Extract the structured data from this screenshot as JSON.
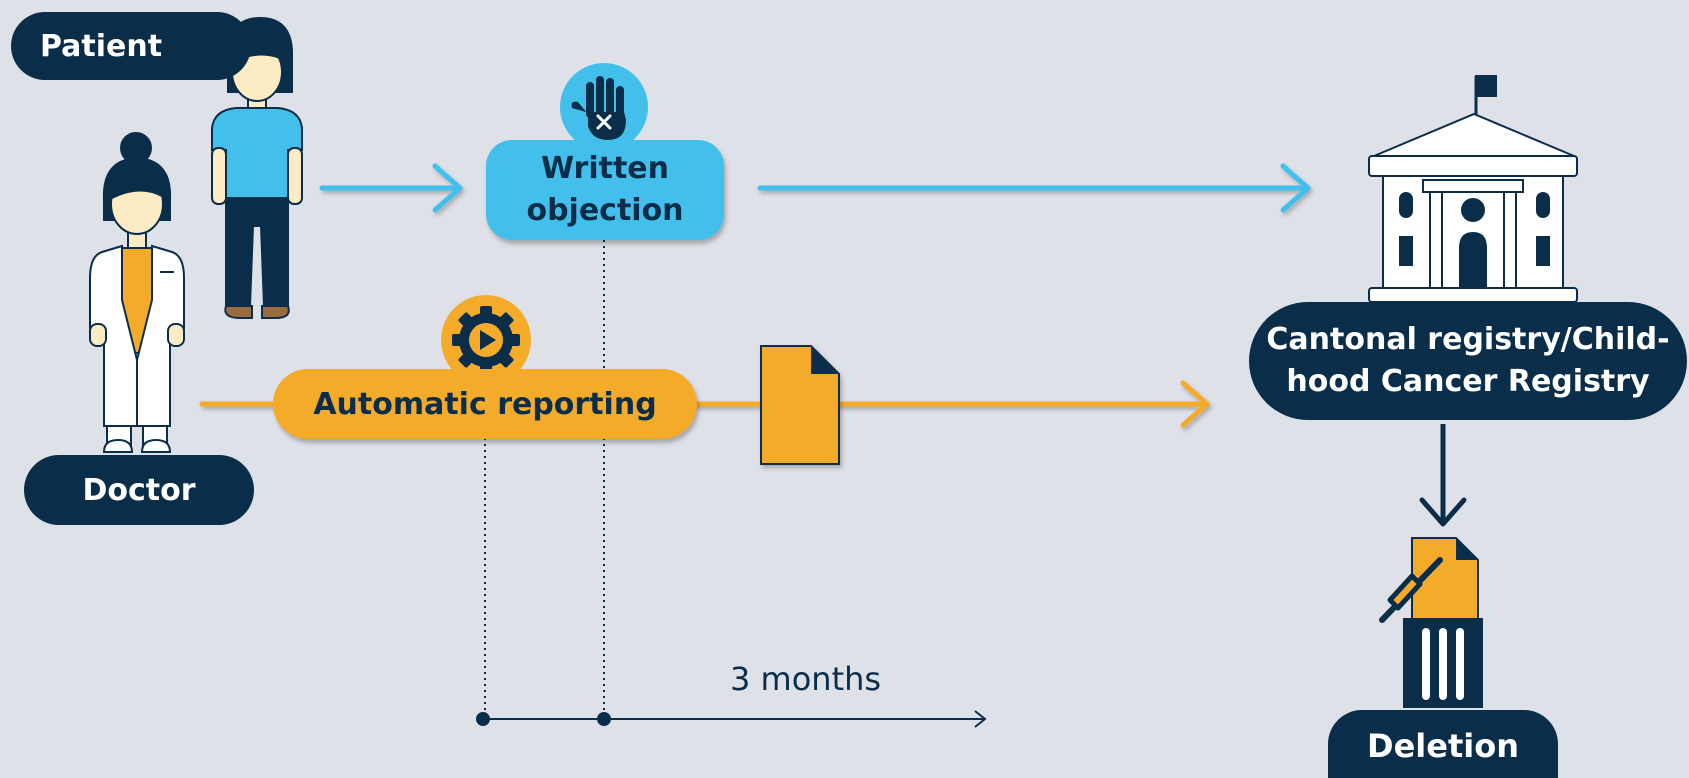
{
  "actors": {
    "patient": "Patient",
    "doctor": "Doctor"
  },
  "steps": {
    "written_objection": "Written objection",
    "automatic_reporting": "Automatic reporting"
  },
  "registry": {
    "label": "Cantonal registry/Child-hood Cancer Registry",
    "line1": "Cantonal registry/Child-",
    "line2": "hood Cancer Registry"
  },
  "deletion": "Deletion",
  "timeline": {
    "duration": "3 months"
  },
  "colors": {
    "navy": "#0a2e4a",
    "blue": "#43bfec",
    "orange": "#f5ab2a",
    "background": "#dfe1e8"
  },
  "icons": [
    "stop-hand-icon",
    "gear-play-icon",
    "document-icon",
    "registry-building-icon",
    "delete-document-icon",
    "patient-figure",
    "doctor-figure"
  ]
}
